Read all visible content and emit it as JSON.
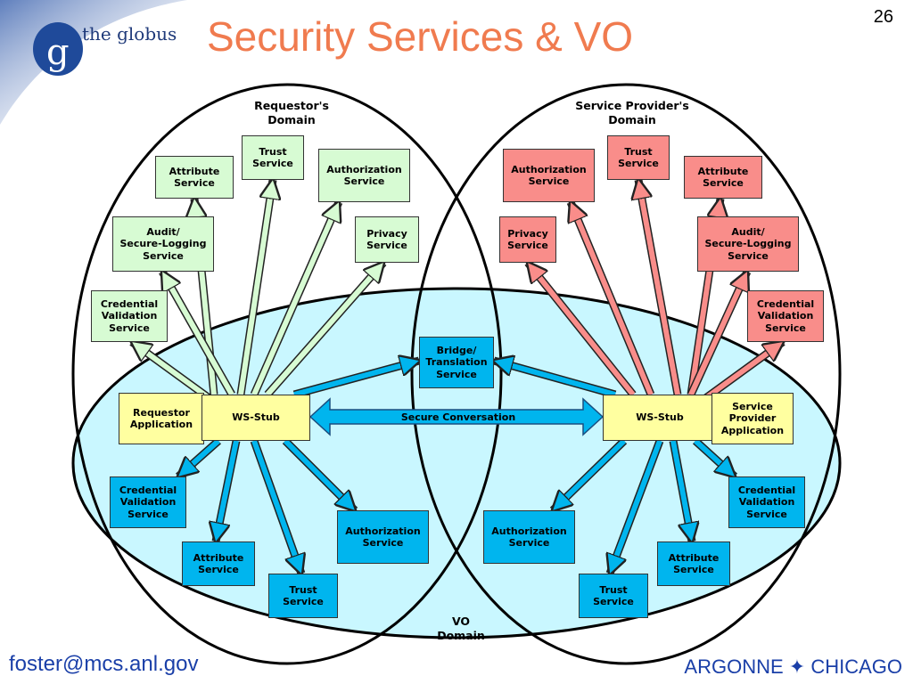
{
  "page": {
    "title": "Security Services & VO",
    "number": "26",
    "logo_text": "the globus",
    "logo_letter": "g",
    "footer_email": "foster@mcs.anl.gov",
    "footer_org": "ARGONNE ✦ CHICAGO"
  },
  "domains": {
    "requestor": "Requestor's\nDomain",
    "provider": "Service Provider's\nDomain",
    "vo": "VO\nDomain"
  },
  "colors": {
    "title": "#f07b4f",
    "requestor_services": "#d7fbd3",
    "provider_services": "#f98d8a",
    "vo_services": "#00b5ee",
    "vo_domain": "#c9f7ff",
    "stub": "#ffffa0",
    "footer": "#1a3fa8"
  },
  "requestor_services": {
    "trust": "Trust\nService",
    "attribute": "Attribute\nService",
    "authorization": "Authorization\nService",
    "audit": "Audit/\nSecure-Logging\nService",
    "privacy": "Privacy\nService",
    "credential": "Credential\nValidation\nService"
  },
  "provider_services": {
    "trust": "Trust\nService",
    "authorization": "Authorization\nService",
    "attribute": "Attribute\nService",
    "privacy": "Privacy\nService",
    "audit": "Audit/\nSecure-Logging\nService",
    "credential": "Credential\nValidation\nService"
  },
  "vo_services": {
    "bridge": "Bridge/\nTranslation\nService",
    "left_credential": "Credential\nValidation\nService",
    "left_attribute": "Attribute\nService",
    "left_trust": "Trust\nService",
    "left_authorization": "Authorization\nService",
    "right_authorization": "Authorization\nService",
    "right_trust": "Trust\nService",
    "right_attribute": "Attribute\nService",
    "right_credential": "Credential\nValidation\nService"
  },
  "applications": {
    "requestor_app": "Requestor\nApplication",
    "requestor_stub": "WS-Stub",
    "provider_stub": "WS-Stub",
    "provider_app": "Service\nProvider\nApplication",
    "secure_conversation": "Secure Conversation"
  }
}
